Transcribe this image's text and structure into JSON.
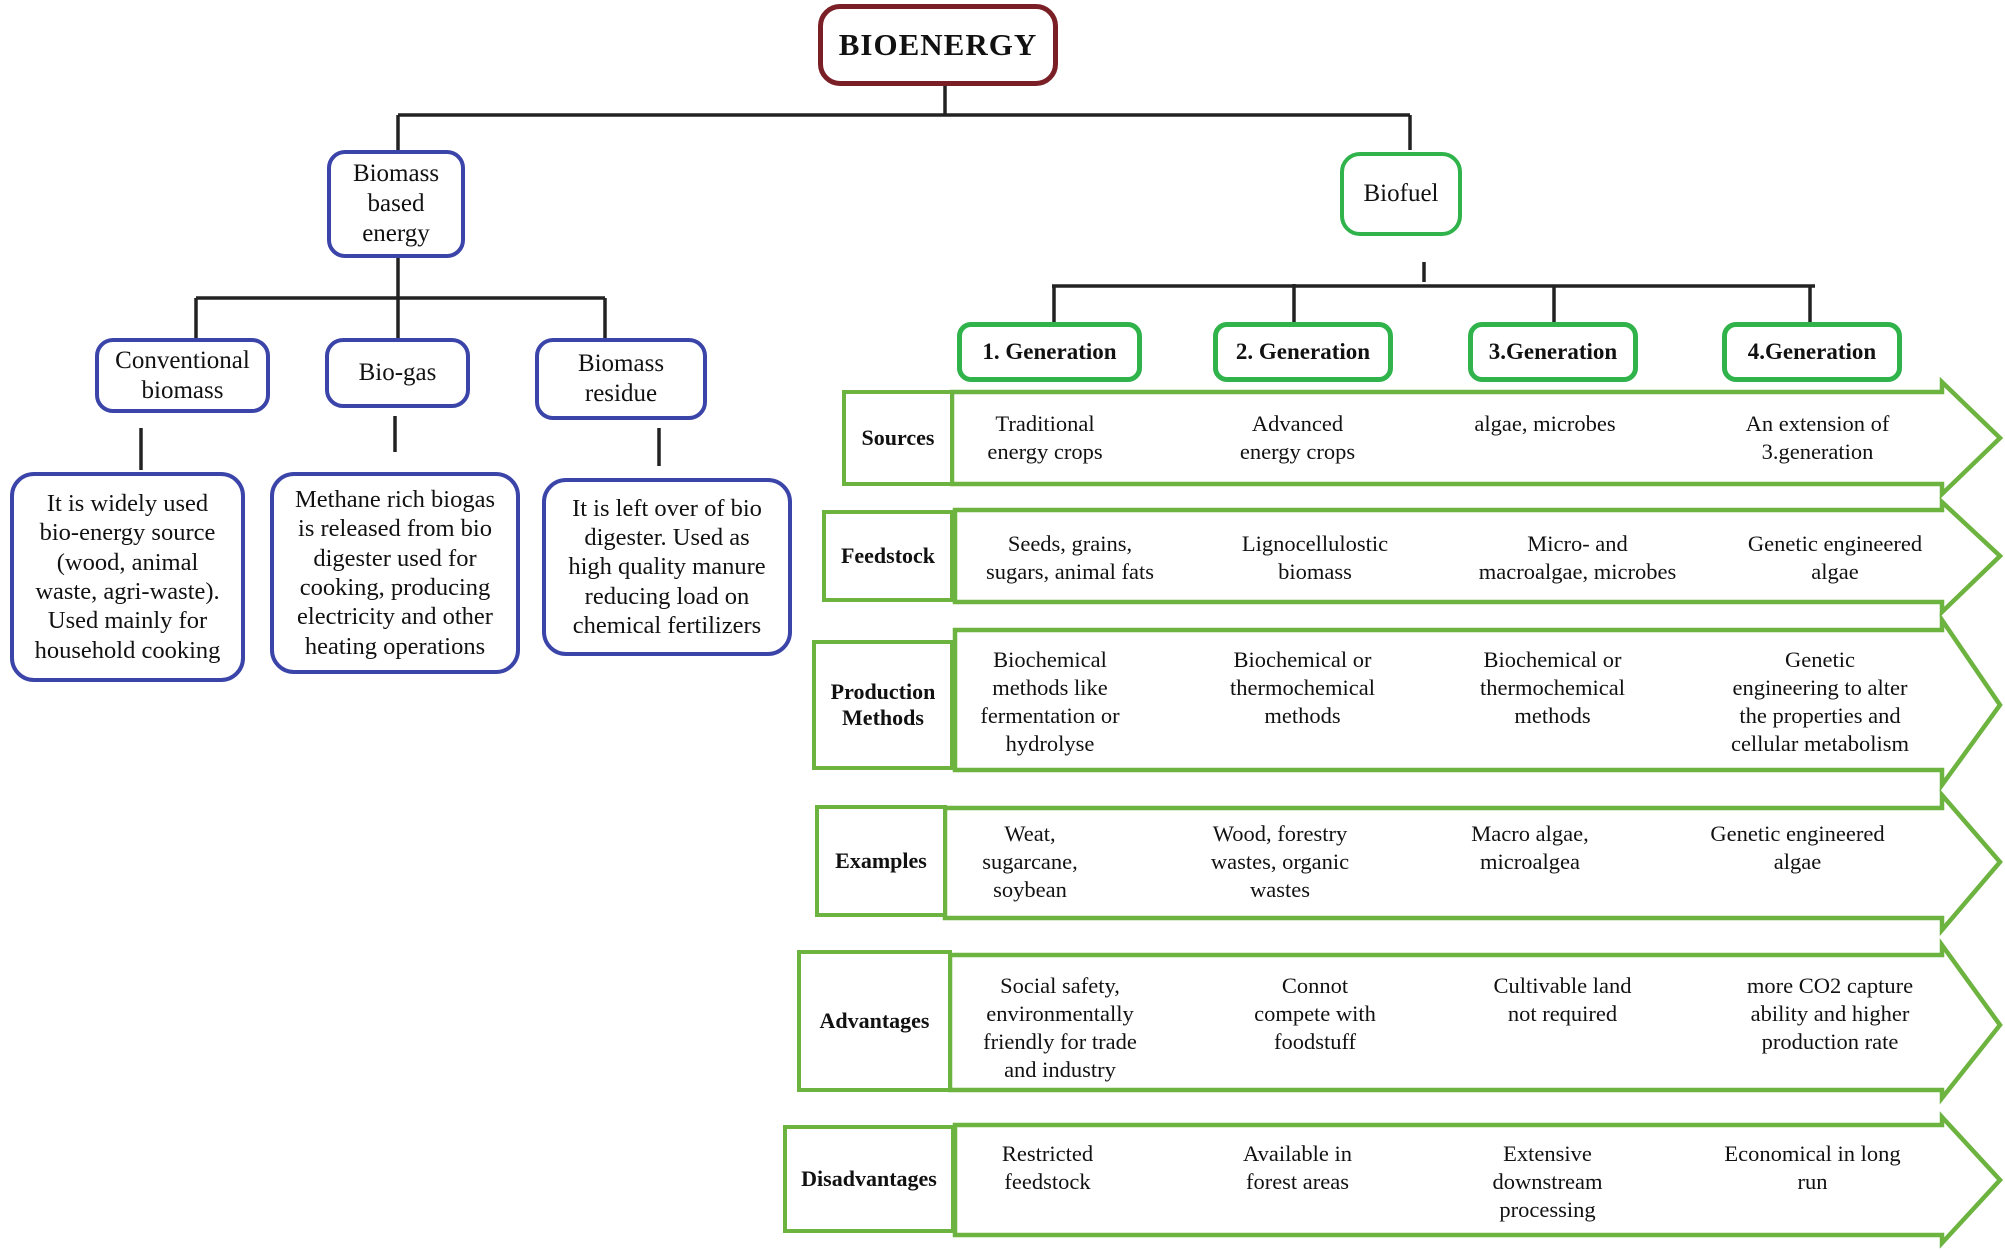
{
  "root": {
    "label": "BIOENERGY"
  },
  "biomass": {
    "label": "Biomass\nbased\nenergy",
    "children": [
      {
        "label": "Conventional\nbiomass",
        "description": "It is widely used\nbio-energy source\n(wood, animal\nwaste, agri-waste).\nUsed mainly for\nhousehold cooking"
      },
      {
        "label": "Bio-gas",
        "description": "Methane rich biogas\nis released from bio\ndigester used for\ncooking, producing\nelectricity and other\nheating operations"
      },
      {
        "label": "Biomass\nresidue",
        "description": "It is left over of bio\ndigester. Used as\nhigh quality manure\nreducing load on\nchemical fertilizers"
      }
    ]
  },
  "biofuel": {
    "label": "Biofuel",
    "generations": [
      "1. Generation",
      "2. Generation",
      "3.Generation",
      "4.Generation"
    ],
    "rows": [
      {
        "label": "Sources",
        "cells": [
          "Traditional\nenergy crops",
          "Advanced\nenergy crops",
          "algae, microbes",
          "An extension of\n3.generation"
        ]
      },
      {
        "label": "Feedstock",
        "cells": [
          "Seeds, grains,\nsugars, animal fats",
          "Lignocellulostic\nbiomass",
          "Micro- and\nmacroalgae, microbes",
          "Genetic engineered\nalgae"
        ]
      },
      {
        "label": "Production\nMethods",
        "cells": [
          "Biochemical\nmethods like\nfermentation or\nhydrolyse",
          "Biochemical or\nthermochemical\nmethods",
          "Biochemical or\nthermochemical\nmethods",
          "Genetic\nengineering to alter\nthe properties and\ncellular metabolism"
        ]
      },
      {
        "label": "Examples",
        "cells": [
          "Weat,\nsugarcane,\nsoybean",
          "Wood, forestry\nwastes, organic\nwastes",
          "Macro algae,\nmicroalgea",
          "Genetic engineered\nalgae"
        ]
      },
      {
        "label": "Advantages",
        "cells": [
          "Social safety,\nenvironmentally\nfriendly for trade\nand industry",
          "Connot\ncompete with\nfoodstuff",
          "Cultivable land\nnot required",
          "more CO2 capture\nability and higher\nproduction rate"
        ]
      },
      {
        "label": "Disadvantages",
        "cells": [
          "Restricted\nfeedstock",
          "Available in\nforest areas",
          "Extensive\ndownstream\nprocessing",
          "Economical in long\nrun"
        ]
      }
    ]
  },
  "colors": {
    "root_border": "#7a1f25",
    "blue_border": "#3b44a8",
    "green_border": "#2fb34a",
    "arrow_border": "#6cb33f"
  }
}
